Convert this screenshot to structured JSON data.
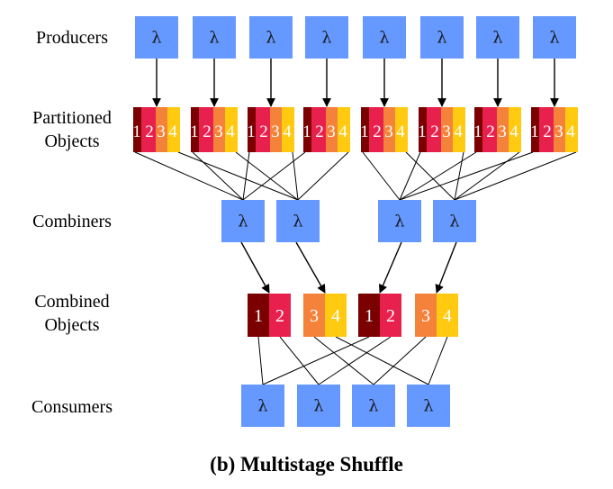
{
  "labels": {
    "producers": "Producers",
    "partitioned_objects": "Partitioned\nObjects",
    "combiners": "Combiners",
    "combined_objects": "Combined\nObjects",
    "consumers": "Consumers"
  },
  "caption": "(b) Multistage Shuffle",
  "node_glyph": "λ",
  "partition_numbers": [
    "1",
    "2",
    "3",
    "4"
  ],
  "combined_objects": [
    [
      "1",
      "2"
    ],
    [
      "3",
      "4"
    ],
    [
      "1",
      "2"
    ],
    [
      "3",
      "4"
    ]
  ],
  "counts": {
    "producers": 8,
    "combiners": 4,
    "consumers": 4
  },
  "colors": {
    "node": "#6699ff",
    "partition_1": "#7b0000",
    "partition_2": "#e8204e",
    "partition_3": "#f5823a",
    "partition_4": "#ffca10",
    "line": "#000000"
  }
}
